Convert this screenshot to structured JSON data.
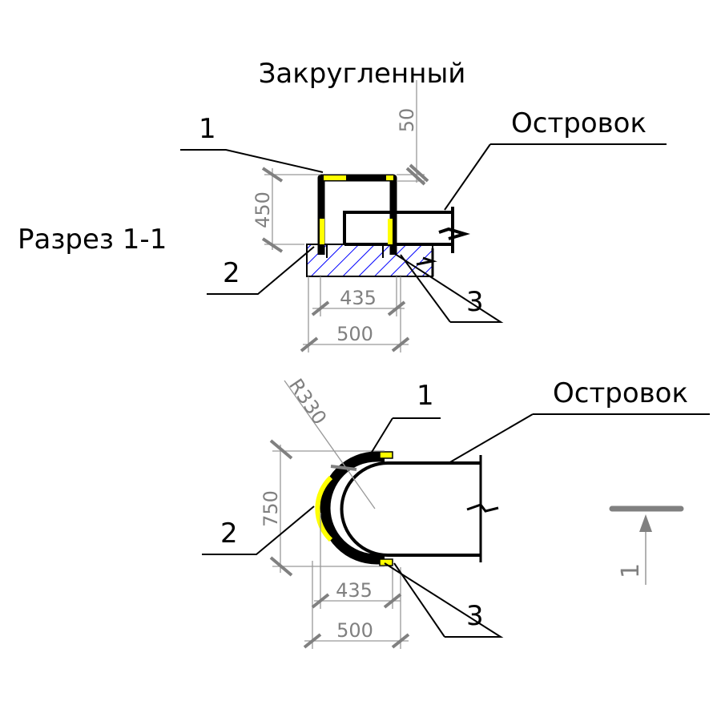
{
  "title": "Закругленный",
  "section_title": "Разрез 1-1",
  "section_view": {
    "island_label": "Островок",
    "callouts": [
      "1",
      "2",
      "3"
    ],
    "dimensions": {
      "height": "450",
      "top_offset": "50",
      "inner_width": "435",
      "outer_width": "500"
    }
  },
  "plan_view": {
    "island_label": "Островок",
    "callouts": [
      "1",
      "2",
      "3"
    ],
    "dimensions": {
      "radius": "R330",
      "length": "750",
      "inner_width": "435",
      "outer_width": "500"
    }
  },
  "section_marker": {
    "label": "1"
  },
  "colors": {
    "accent": "#ffff00",
    "hatch": "#0000ff",
    "dimension": "#808080"
  }
}
